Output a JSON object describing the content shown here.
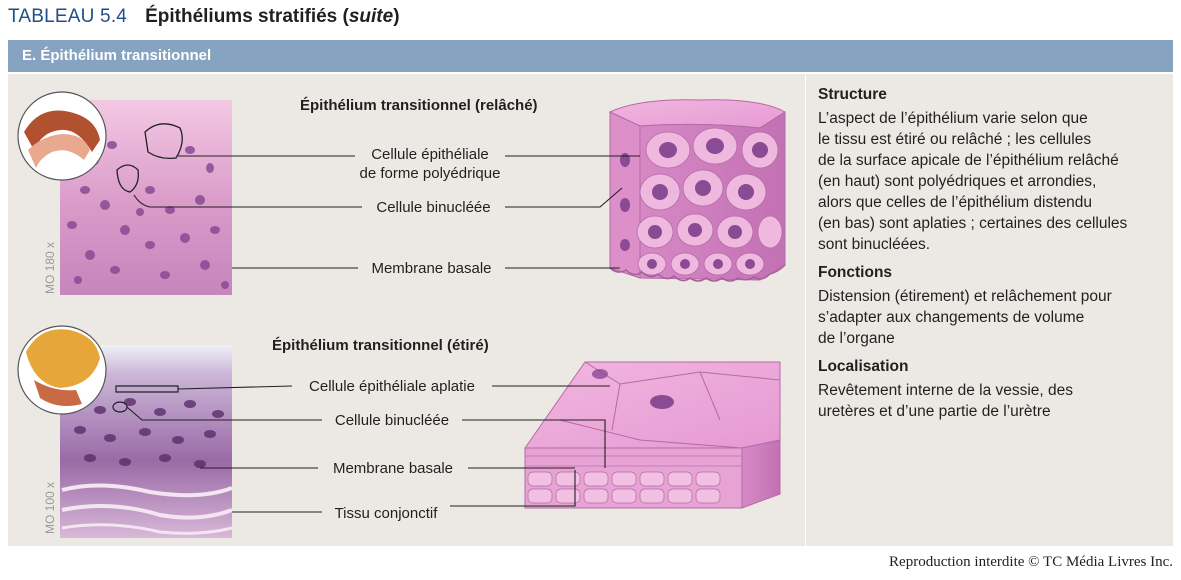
{
  "header": {
    "table_number": "TABLEAU 5.4",
    "title_main": "Épithéliums stratifiés (",
    "title_italic": "suite",
    "title_end": ")"
  },
  "section_band": "E. Épithélium transitionnel",
  "relaxed": {
    "title": "Épithélium transitionnel (relâché)",
    "magnification": "MO 180 x",
    "labels": {
      "polyhedral_cell": "Cellule épithéliale\nde forme polyédrique",
      "binucleate": "Cellule binucléée",
      "basement_membrane": "Membrane basale"
    }
  },
  "stretched": {
    "title": "Épithélium transitionnel (étiré)",
    "magnification": "MO 100 x",
    "labels": {
      "flat_cell": "Cellule épithéliale aplatie",
      "binucleate": "Cellule binucléée",
      "basement_membrane": "Membrane basale",
      "connective_tissue": "Tissu conjonctif"
    }
  },
  "info": {
    "structure_heading": "Structure",
    "structure_text": "L’aspect de l’épithélium varie selon que\nle tissu est étiré ou relâché ; les cellules\nde la surface apicale de l’épithélium relâché\n(en haut) sont polyédriques et arrondies,\nalors que celles de l’épithélium distendu\n(en bas) sont aplaties ; certaines des cellules\nsont binucléées.",
    "functions_heading": "Fonctions",
    "functions_text": "Distension (étirement) et relâchement pour\ns’adapter aux changements de volume\nde l’organe",
    "location_heading": "Localisation",
    "location_text": "Revêtement interne de la vessie, des\nuretères et d’une partie de l’urètre"
  },
  "footer": "Reproduction interdite © TC Média Livres Inc.",
  "colors": {
    "header_blue": "#1f4e8a",
    "band": "#87a3c2",
    "panel": "#ece9e4",
    "tissue_pink": "#e7a3d3",
    "nucleus_purple": "#8a4a94"
  }
}
